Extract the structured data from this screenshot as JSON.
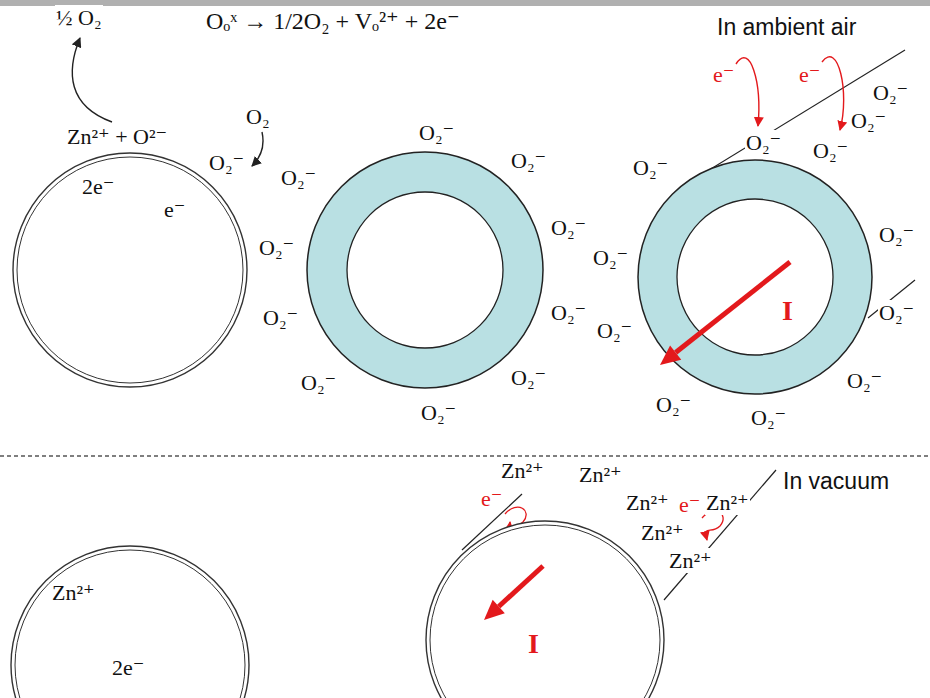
{
  "diagram": {
    "nodes": [
      {
        "text": [
          "2e⁻",
          "e⁻"
        ]
      },
      {
        "text": [
          "I"
        ]
      },
      {
        "text": [
          "Zn²⁺",
          "2e⁻"
        ]
      },
      {
        "text": [
          "I"
        ]
      }
    ],
    "labels": [
      "½ O₂",
      "Oₒˣ → 1/2O₂ + Vₒ²⁺ + 2e⁻",
      "In ambient air",
      "Zn²⁺ + O²⁻",
      "O₂",
      "O₂⁻",
      "O₂⁻",
      "O₂⁻",
      "O₂⁻",
      "O₂⁻",
      "O₂⁻",
      "O₂⁻",
      "O₂⁻",
      "O₂⁻",
      "O₂⁻",
      "O₂⁻",
      "e⁻",
      "e⁻",
      "O₂⁻",
      "O₂⁻",
      "O₂⁻",
      "O₂⁻",
      "O₂⁻",
      "O₂⁻",
      "O₂⁻",
      "O₂⁻",
      "O₂⁻",
      "O₂⁻",
      "O₂⁻",
      "O₂⁻",
      "In vacuum",
      "Zn²⁺",
      "e⁻",
      "Zn²⁺",
      "Zn²⁺",
      "e⁻",
      "Zn²⁺",
      "Zn²⁺",
      "Zn²⁺"
    ]
  }
}
